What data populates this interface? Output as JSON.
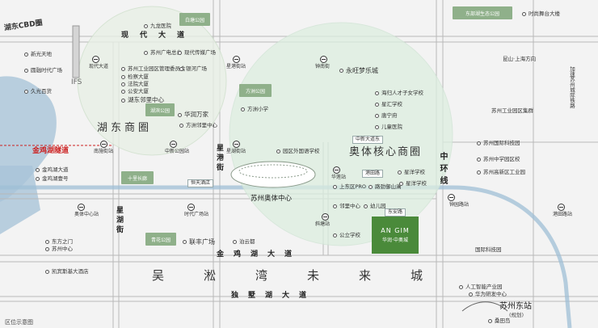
{
  "colors": {
    "green": "#8fb08a",
    "project": "#4a8a3a",
    "water": "#a9c4d8",
    "red": "#cc2222",
    "road": "#ffffff",
    "roadBorder": "#b8b8b8",
    "railBlue": "#9fbfd6"
  },
  "roads": {
    "hudongcbd": "湖东CBD圈",
    "xiandai": "现代大道",
    "jinjihu": "金鸡湖大道",
    "dushu": "独墅湖大道",
    "xinghu": "星湖街",
    "xinggang": "星港街",
    "zhonghuan": "中环线",
    "zhonghuanxian": "中环线"
  },
  "districts": {
    "wusong": [
      "吴",
      "淞",
      "湾",
      "未",
      "来",
      "城"
    ],
    "hudong": "湖东商圈",
    "aoti": "奥体核心商圈",
    "jinjitunnel": "金鸡湖隧道"
  },
  "pois": [
    {
      "t": "新光天地"
    },
    {
      "t": "圆融时代广场"
    },
    {
      "t": "久光百货"
    },
    {
      "t": "苏州工业园区管理委员会"
    },
    {
      "t": "苏州广电总台"
    },
    {
      "t": "现代传媒广场"
    },
    {
      "t": "检察大厦"
    },
    {
      "t": "法院大厦"
    },
    {
      "t": "公安大厦"
    },
    {
      "t": "银河广场"
    },
    {
      "t": "湖东邻里中心"
    },
    {
      "t": "华润万家"
    },
    {
      "t": "方洲邻里中心"
    },
    {
      "t": "方洲小学"
    },
    {
      "t": "永旺梦乐城"
    },
    {
      "t": "园区外国语学校"
    },
    {
      "t": "海归人才子女学校"
    },
    {
      "t": "星汇学校"
    },
    {
      "t": "唐宁府"
    },
    {
      "t": "儿童医院"
    },
    {
      "t": "港田路"
    },
    {
      "t": "星洋学校"
    },
    {
      "t": "上东区PRO"
    },
    {
      "t": "路劲御山澜"
    },
    {
      "t": "星洋学校"
    },
    {
      "t": "邻里中心"
    },
    {
      "t": "幼儿园"
    },
    {
      "t": "公立学校"
    },
    {
      "t": "东安路"
    },
    {
      "t": "恒天酒店"
    },
    {
      "t": "金鸡湖壹号"
    },
    {
      "t": "苏州奥体中心"
    },
    {
      "t": "中新大道东"
    },
    {
      "t": "苏州国际科技园"
    },
    {
      "t": "苏州高新区工业园"
    },
    {
      "t": "苏州中学园区校"
    },
    {
      "t": "国际科技园"
    },
    {
      "t": "苏州工业园区集群"
    },
    {
      "t": "金鸡湖大道"
    },
    {
      "t": "联丰广场"
    },
    {
      "t": "时尚舞台大楼"
    },
    {
      "t": "人工智能产业园"
    },
    {
      "t": "华为研发中心"
    },
    {
      "t": "桑田岛"
    },
    {
      "t": "凯宾斯基大酒店"
    },
    {
      "t": "东方之门"
    },
    {
      "t": "苏州中心"
    },
    {
      "t": "九龙医院"
    },
    {
      "t": "昆山·上海方向"
    },
    {
      "t": "泊云都"
    },
    {
      "t": "加速苏州城际铁路"
    }
  ],
  "metro": [
    {
      "t": "现代大道"
    },
    {
      "t": "星港街站"
    },
    {
      "t": "钟南街"
    },
    {
      "t": "南施街站"
    },
    {
      "t": "中新公园站"
    },
    {
      "t": "星湖街站"
    },
    {
      "t": "奥体中心站"
    },
    {
      "t": "时代广场站"
    },
    {
      "t": "华莲站"
    },
    {
      "t": "斜塘站"
    },
    {
      "t": "钟园路站"
    },
    {
      "t": "港田路站"
    }
  ],
  "parks": [
    {
      "t": "白塘公园"
    },
    {
      "t": "方洲公园"
    },
    {
      "t": "湖滨公园"
    },
    {
      "t": "十里长廊"
    },
    {
      "t": "青花公园"
    },
    {
      "t": "东部湖生态公园"
    }
  ],
  "project": {
    "en": "AN GIM",
    "zh": "华润·中奥城"
  },
  "station": {
    "name": "苏州东站",
    "sub": "(规划)"
  },
  "footer": "区位示意图",
  "ifs": "IFS"
}
